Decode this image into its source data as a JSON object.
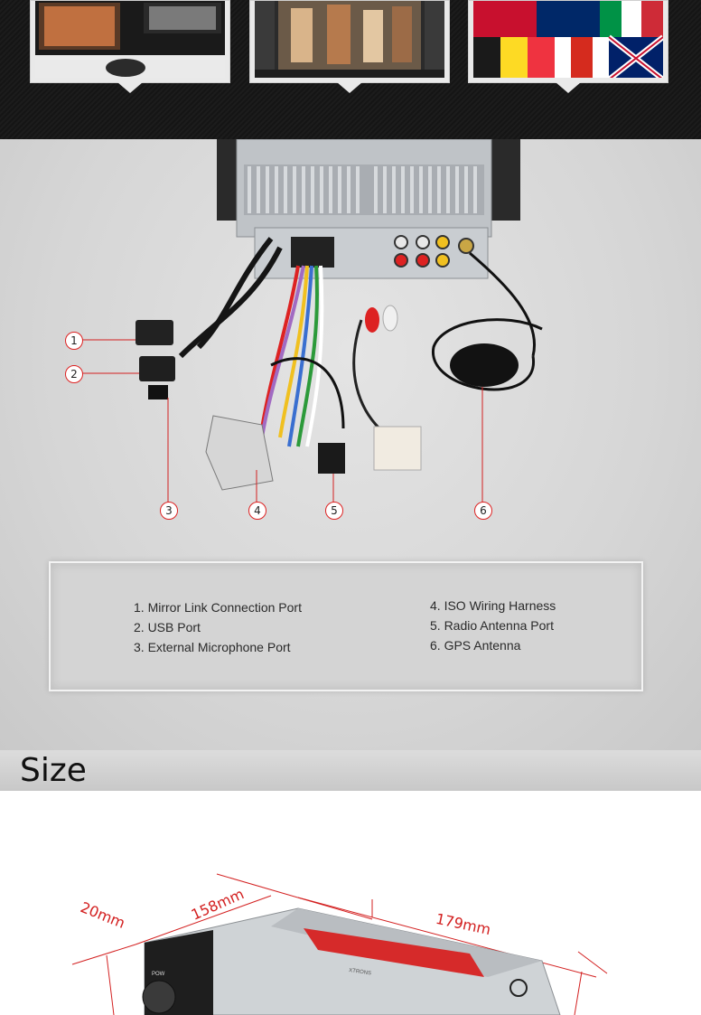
{
  "callouts": [
    "1",
    "2",
    "3",
    "4",
    "5",
    "6"
  ],
  "legend": {
    "left": [
      "1. Mirror Link Connection Port",
      "2. USB Port",
      "3. External Microphone Port"
    ],
    "right": [
      "4. ISO Wiring Harness",
      "5. Radio Antenna Port",
      "6. GPS Antenna"
    ]
  },
  "size": {
    "title": "Size",
    "dimensions": {
      "depth_label": "20mm",
      "height_label": "158mm",
      "width_label": "179mm"
    },
    "unit_labels": [
      "POW",
      "XTRONS"
    ]
  },
  "colors": {
    "callout_line": "#d32020",
    "dimension_text": "#d32020",
    "dark_band": "#181818"
  }
}
